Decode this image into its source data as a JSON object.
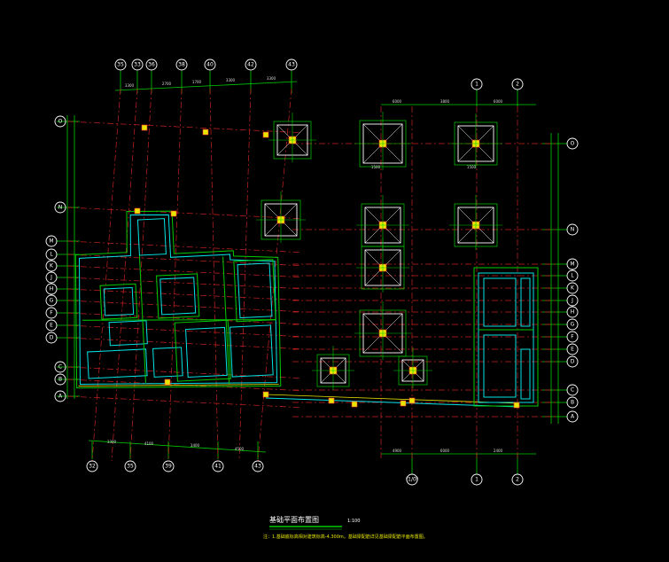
{
  "drawing": {
    "title": "基础平面布置图",
    "scale": "1:100",
    "note": "注：1.基础底标高相对建筑标高-4.300m，基础梁配筋详见基础梁配筋平面布置图。"
  },
  "colors": {
    "background": "#000000",
    "grid": "#00cc00",
    "axis": "#cc2222",
    "wall_inner": "#00e5e5",
    "bubble": "#ffffff",
    "column": "#e6e600"
  },
  "left_top_axes": [
    "35",
    "33",
    "36",
    "38",
    "40",
    "42",
    "43"
  ],
  "left_bottom_axes": [
    "32",
    "35",
    "39",
    "41",
    "43"
  ],
  "right_top_axes": [
    "1",
    "2"
  ],
  "right_bottom_axes": [
    "(1/0)",
    "1",
    "2"
  ],
  "left_row_axes": [
    "O",
    "N",
    "M",
    "L",
    "K",
    "J",
    "H",
    "G",
    "F",
    "E",
    "D",
    "C",
    "B",
    "A"
  ],
  "right_row_axes": [
    "O",
    "N",
    "M",
    "L",
    "K",
    "J",
    "H",
    "G",
    "F",
    "E",
    "D",
    "C",
    "B",
    "A"
  ],
  "dim_labels": {
    "top_left": [
      "3300",
      "2700",
      "1700",
      "3300",
      "3300"
    ],
    "top_right": [
      "6000",
      "3800",
      "6000"
    ],
    "bottom_left": [
      "3300",
      "4100",
      "3400",
      "4500"
    ],
    "bottom_right": [
      "4900",
      "6000",
      "2400"
    ],
    "footing_w": [
      "1500",
      "1500"
    ]
  }
}
